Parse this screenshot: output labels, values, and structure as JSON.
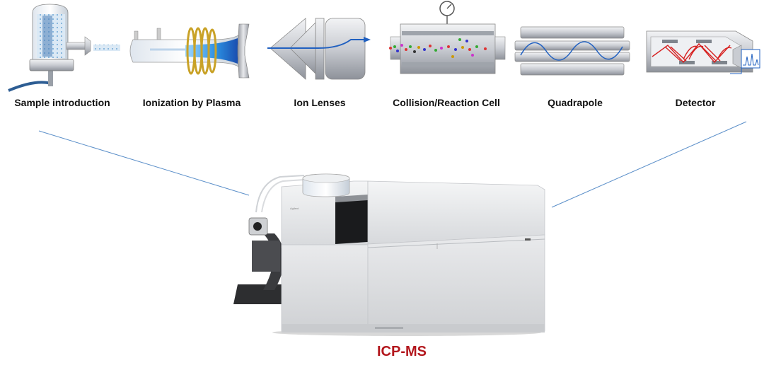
{
  "stages": [
    {
      "label": "Sample introduction",
      "icon": "sample-introduction-icon"
    },
    {
      "label": "Ionization by Plasma",
      "icon": "plasma-torch-icon"
    },
    {
      "label": "Ion Lenses",
      "icon": "ion-lens-icon"
    },
    {
      "label": "Collision/Reaction Cell",
      "icon": "collision-cell-icon"
    },
    {
      "label": "Quadrapole",
      "icon": "quadrupole-icon"
    },
    {
      "label": "Detector",
      "icon": "detector-icon"
    }
  ],
  "instrument": {
    "title": "ICP-MS",
    "title_color": "#b3171d"
  },
  "colors": {
    "pointer_line": "#5b8fc9",
    "ion_beam": "#2060c0",
    "detector_trace": "#d62020",
    "coil": "#c9a227"
  }
}
